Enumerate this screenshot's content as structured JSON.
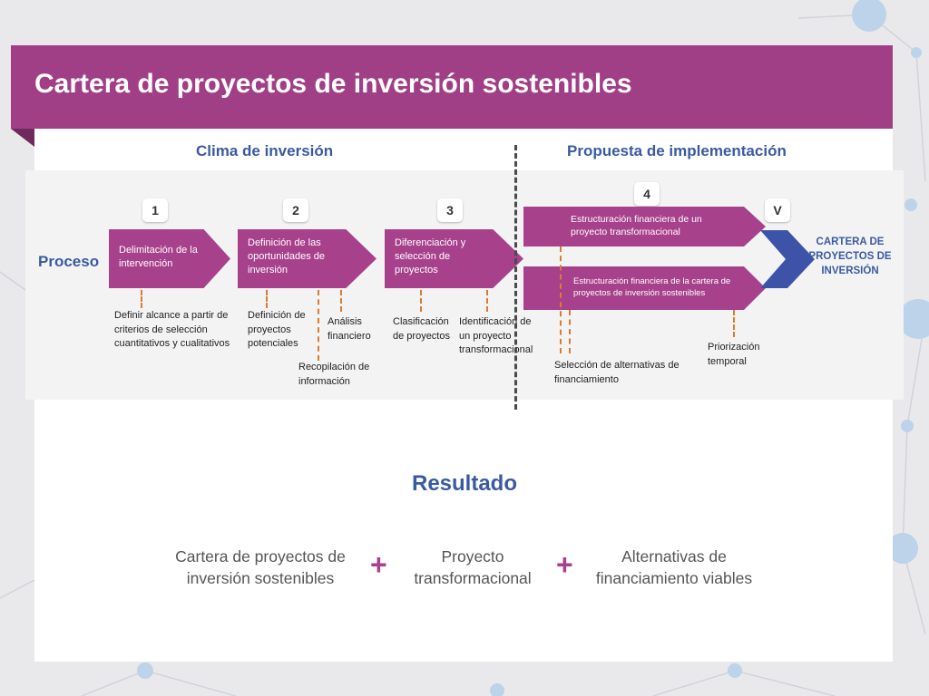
{
  "header": {
    "title": "Cartera de proyectos de inversión sostenibles"
  },
  "sections": {
    "left": "Clima de inversión",
    "right": "Propuesta de implementación"
  },
  "process": {
    "label": "Proceso",
    "steps": [
      {
        "number": "1",
        "label": "Delimitación de la intervención"
      },
      {
        "number": "2",
        "label": "Definición de las oportunidades de inversión"
      },
      {
        "number": "3",
        "label": "Diferenciación y selección de proyectos"
      },
      {
        "number": "4",
        "label_a": "Estructuración financiera de un proyecto transformacional",
        "label_b": "Estructuración financiera de la cartera de proyectos de inversión sostenibles"
      },
      {
        "number": "V",
        "label": "CARTERA DE PROYECTOS DE INVERSIÓN"
      }
    ],
    "substeps": [
      "Definir alcance a partir de criterios  de selección cuantitativos y cualitativos",
      "Definición de proyectos potenciales",
      "Análisis financiero",
      "Recopilación de información",
      "Clasificación de proyectos",
      "Identificación de un proyecto transformacional",
      "Selección de alternativas de financiamiento",
      "Priorización temporal"
    ]
  },
  "result": {
    "title": "Resultado",
    "items": [
      "Cartera de proyectos de inversión sostenibles",
      "Proyecto transformacional",
      "Alternativas de financiamiento viables"
    ],
    "joiner": "+"
  },
  "colors": {
    "accent": "#a7418c",
    "title_bar": "#a03f86",
    "heading": "#3a5aa0",
    "final_chevron": "#3d53a8",
    "connector": "#e07a2c"
  }
}
